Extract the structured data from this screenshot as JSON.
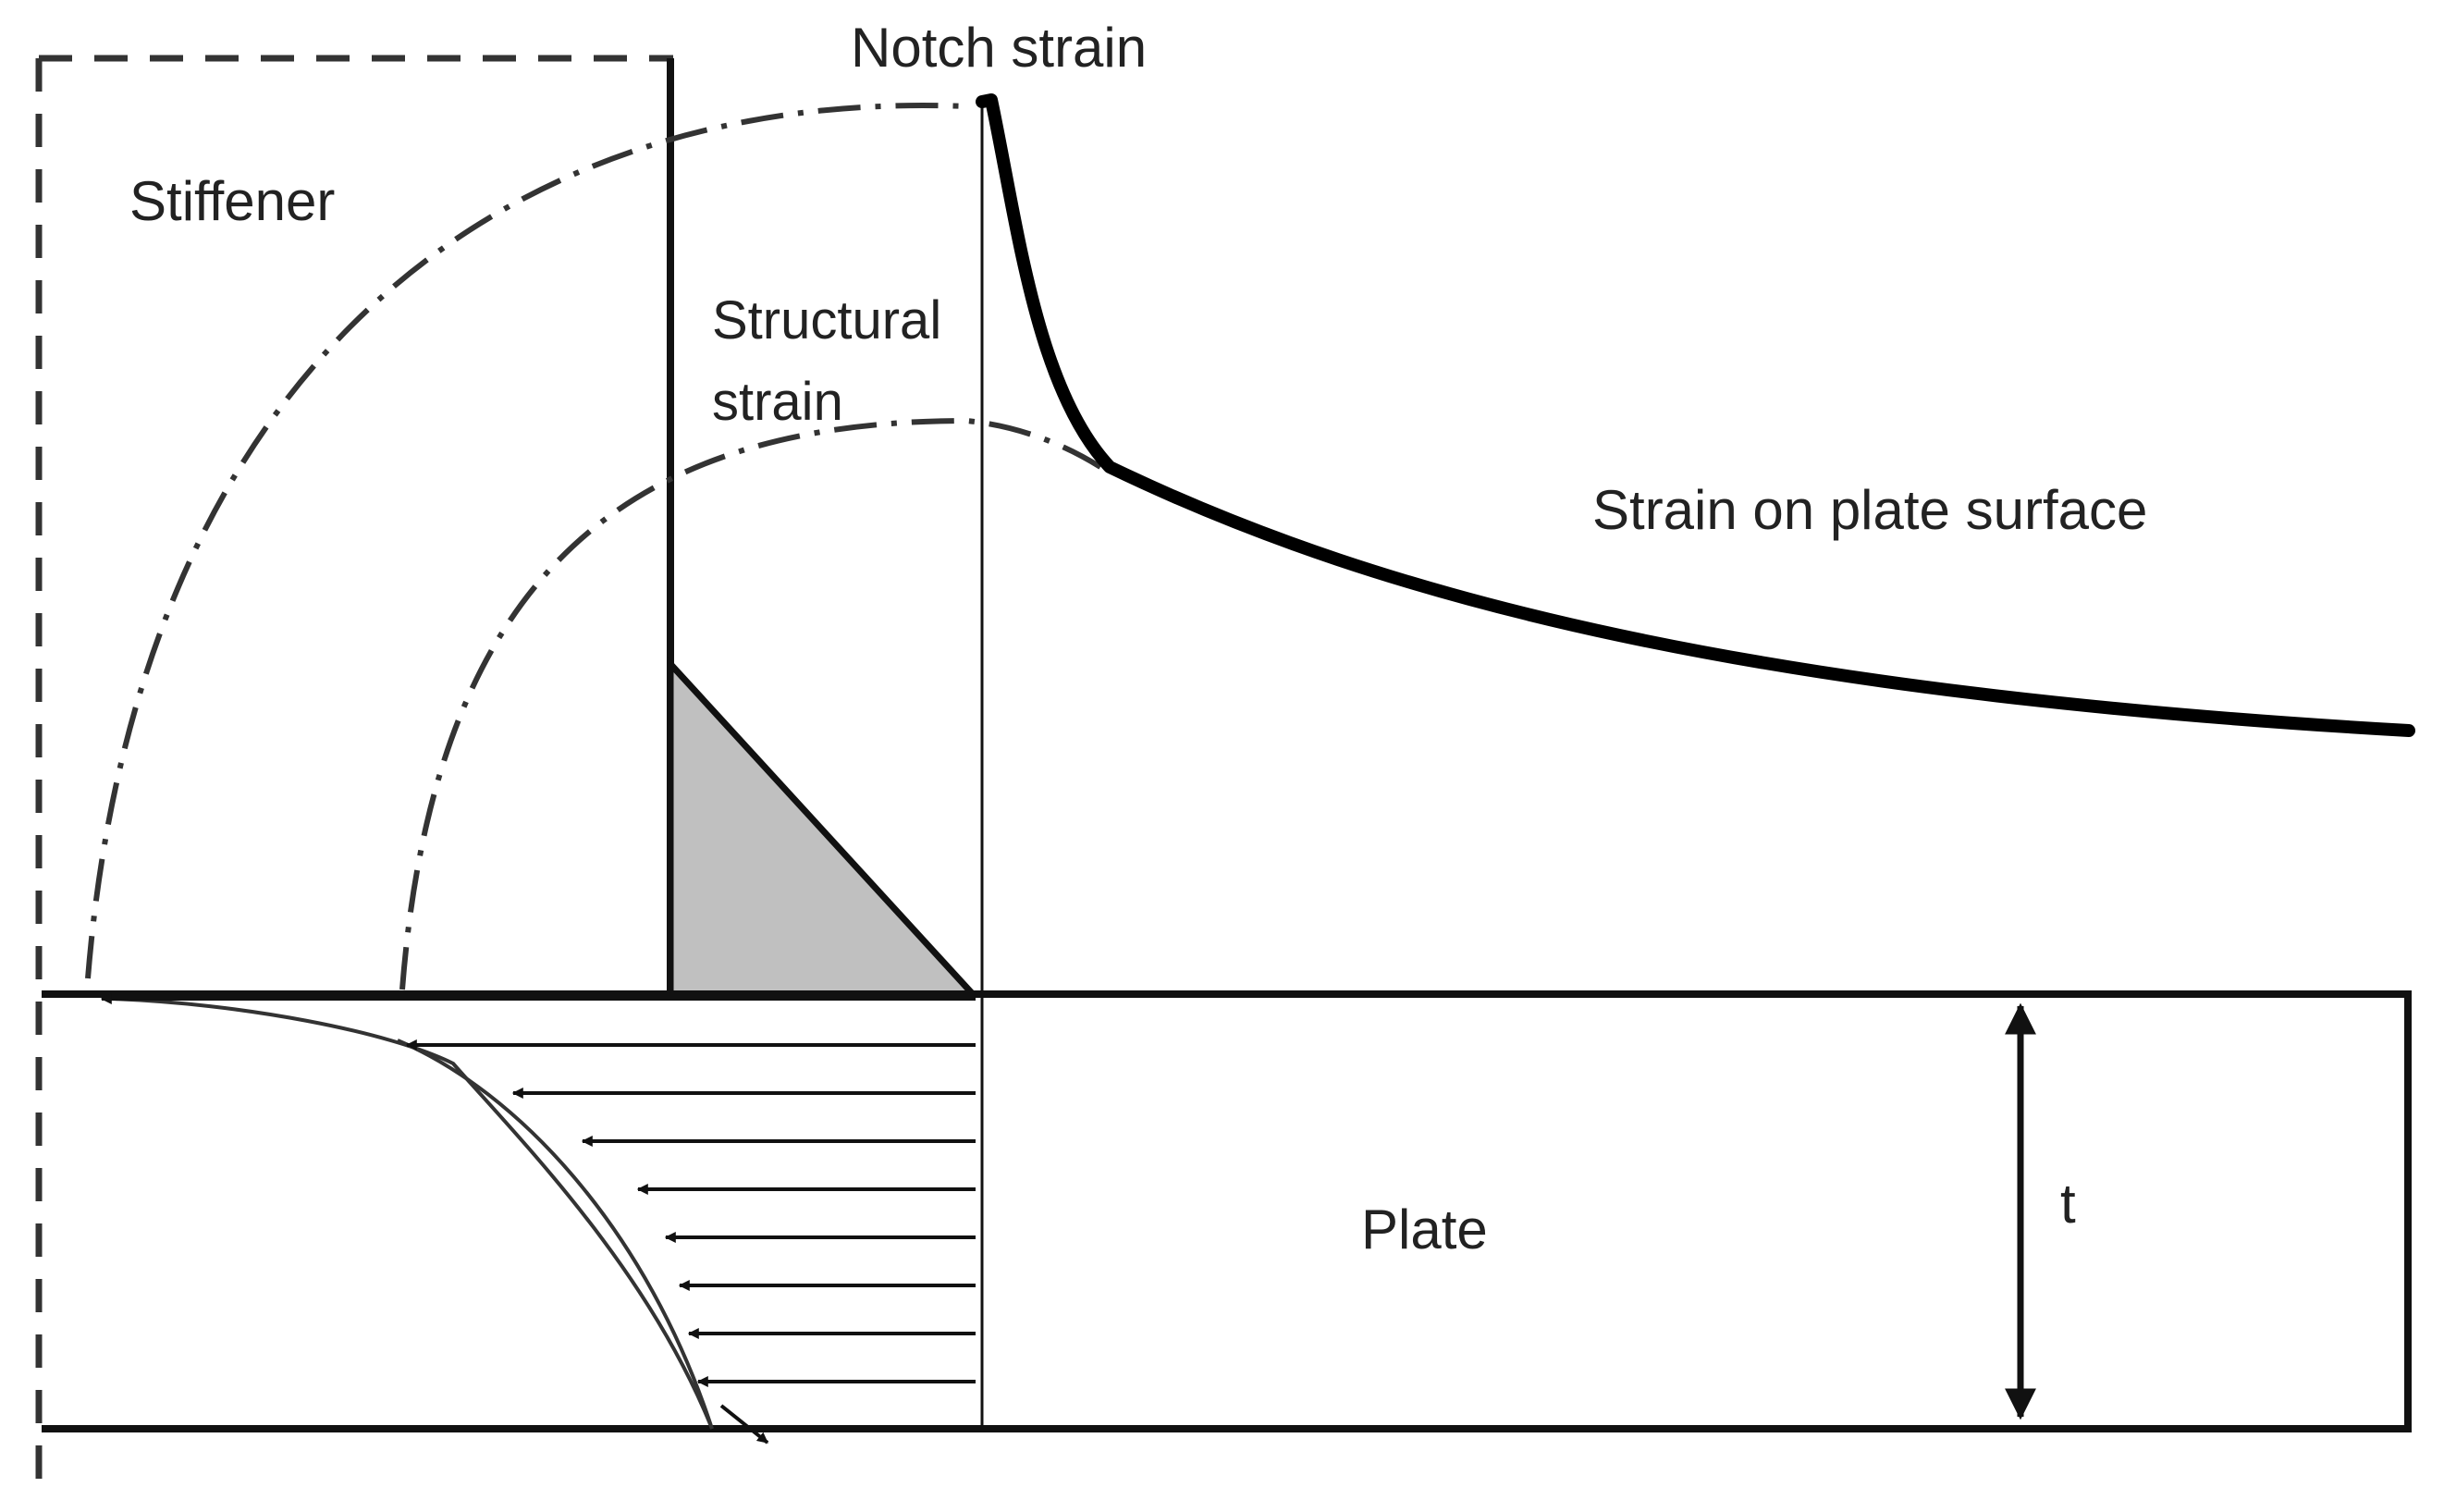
{
  "labels": {
    "stiffener": "Stiffener",
    "notch_strain": "Notch strain",
    "structural_strain_line1": "Structural",
    "structural_strain_line2": "strain",
    "strain_on_plate_surface": "Strain on plate surface",
    "plate": "Plate",
    "thickness": "t"
  },
  "colors": {
    "line": "#111111",
    "triangle_fill": "#c0c0c0",
    "text": "#222222"
  }
}
